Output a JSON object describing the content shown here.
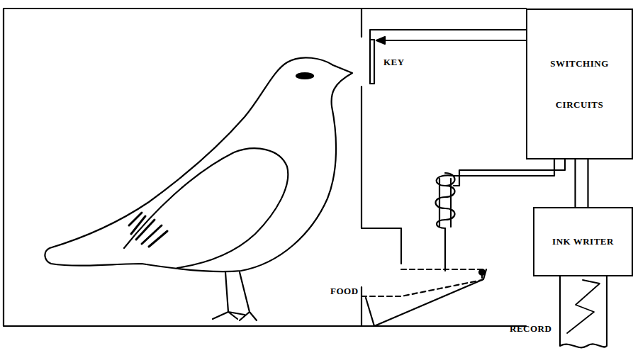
{
  "diagram": {
    "nodes": [
      {
        "text": [
          "SWITCHING CIRCUITS"
        ]
      },
      {
        "text": [
          "INK WRITER"
        ]
      }
    ],
    "edges": [
      {
        "from": 0,
        "to": 1,
        "arrow": "none"
      }
    ],
    "labels": [
      "KEY",
      "FOOD",
      "RECORD"
    ]
  }
}
